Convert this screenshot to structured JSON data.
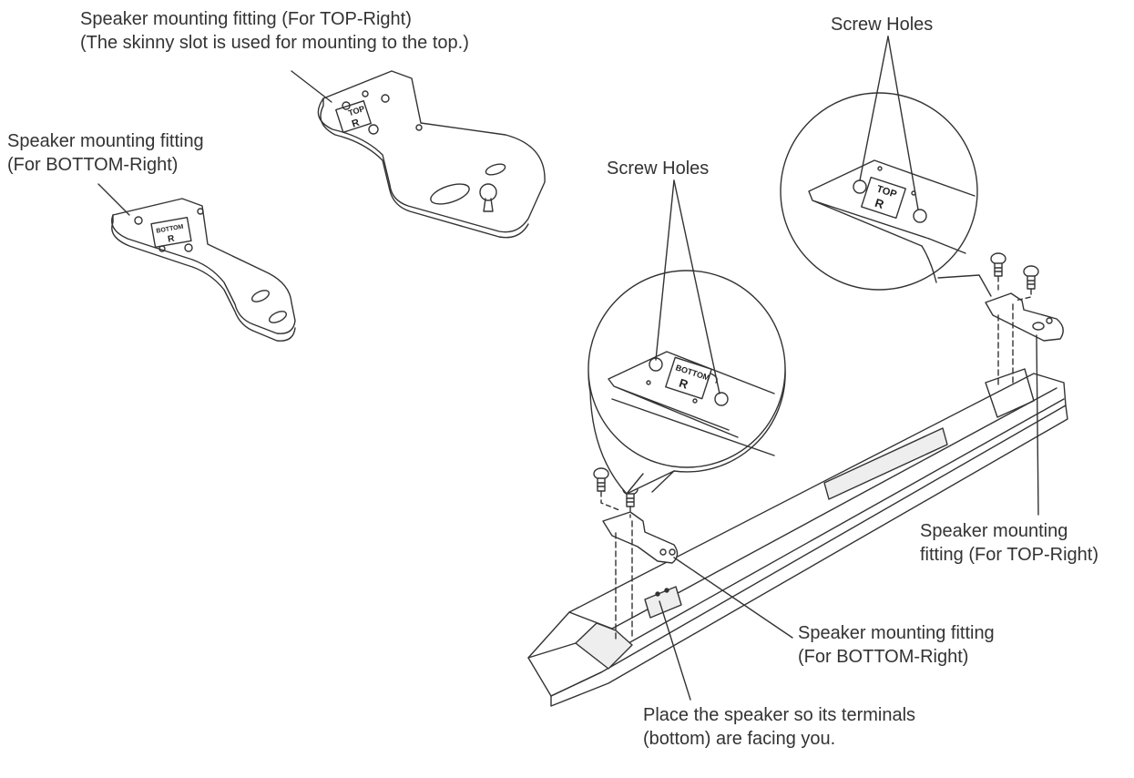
{
  "labels": {
    "top_fitting": {
      "line1": "Speaker mounting fitting (For TOP-Right)",
      "line2": "(The skinny slot is used for mounting to the top.)"
    },
    "bottom_fitting": {
      "line1": "Speaker mounting fitting",
      "line2": "(For BOTTOM-Right)"
    },
    "screw_holes_right": "Screw Holes",
    "screw_holes_left": "Screw Holes",
    "installed_top": {
      "line1": "Speaker mounting",
      "line2": "fitting (For TOP-Right)"
    },
    "installed_bottom": {
      "line1": "Speaker mounting fitting",
      "line2": "(For BOTTOM-Right)"
    },
    "placement_note": {
      "line1": "Place the speaker so its terminals",
      "line2": "(bottom) are facing you."
    }
  },
  "plate_marks": {
    "top": "TOP",
    "bottom": "BOTTOM",
    "right": "R"
  },
  "colors": {
    "line": "#333333",
    "fill": "#ffffff",
    "shade": "#eeeeee",
    "text": "#333333"
  }
}
